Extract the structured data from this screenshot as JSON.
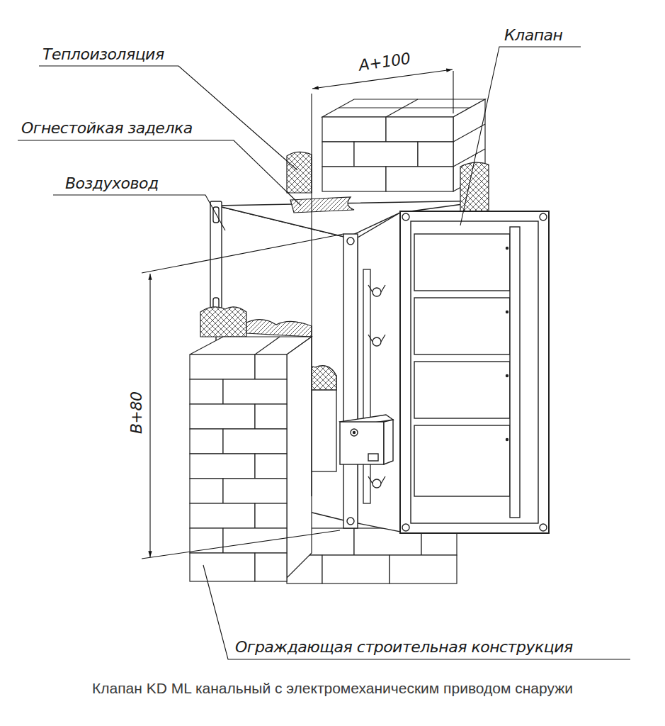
{
  "diagram": {
    "caption": "Клапан KD ML канальный с электромеханическим приводом снаружи",
    "labels": [
      "Теплоизоляция",
      "A+100",
      "Клапан",
      "Огнестойкая заделка",
      "Воздуховод",
      "B+80",
      "Ограждающая строительная конструкция"
    ]
  }
}
